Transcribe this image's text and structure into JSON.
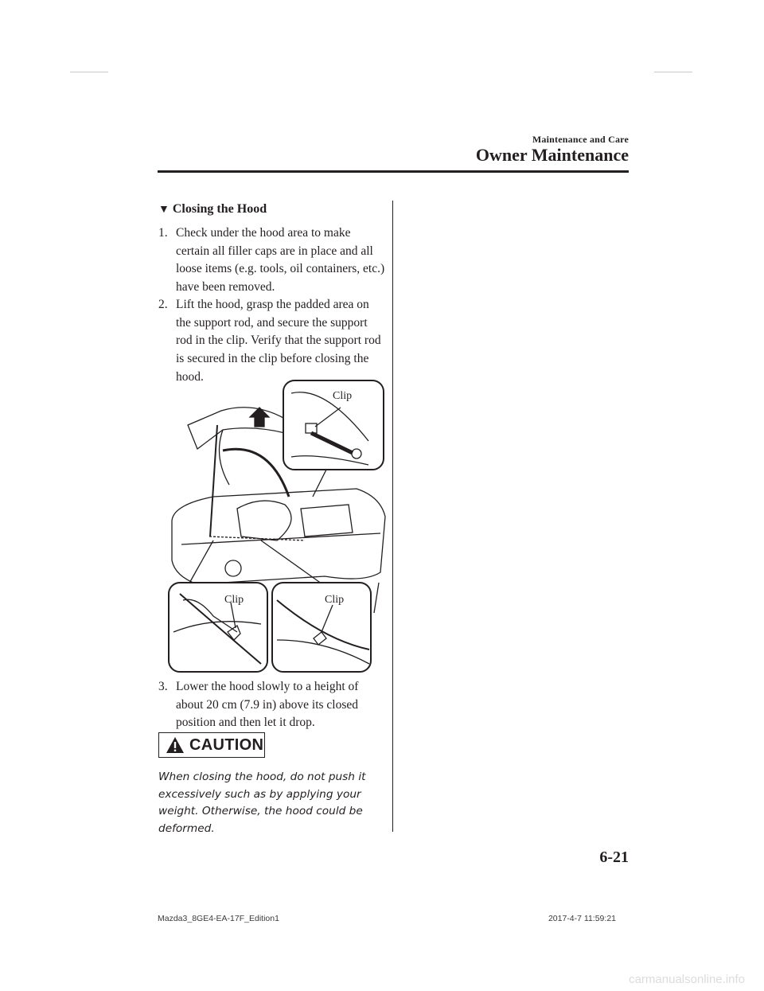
{
  "header": {
    "subtitle": "Maintenance and Care",
    "title": "Owner Maintenance"
  },
  "section": {
    "title": "Closing the Hood"
  },
  "steps": [
    {
      "num": "1.",
      "text": "Check under the hood area to make certain all filler caps are in place and all loose items (e.g. tools, oil containers, etc.) have been removed."
    },
    {
      "num": "2.",
      "text": "Lift the hood, grasp the padded area on the support rod, and secure the support rod in the clip. Verify that the support rod is secured in the clip before closing the hood."
    },
    {
      "num": "3.",
      "text": "Lower the hood slowly to a height of about 20 cm (7.9 in) above its closed position and then let it drop."
    }
  ],
  "figure": {
    "labels": [
      "Clip",
      "Clip",
      "Clip"
    ]
  },
  "caution": {
    "label": "CAUTION",
    "text": "When closing the hood, do not push it excessively such as by applying your weight. Otherwise, the hood could be deformed."
  },
  "page_number": "6-21",
  "footer": {
    "left": "Mazda3_8GE4-EA-17F_Edition1",
    "right": "2017-4-7 11:59:21"
  },
  "watermark": "carmanualsonline.info"
}
